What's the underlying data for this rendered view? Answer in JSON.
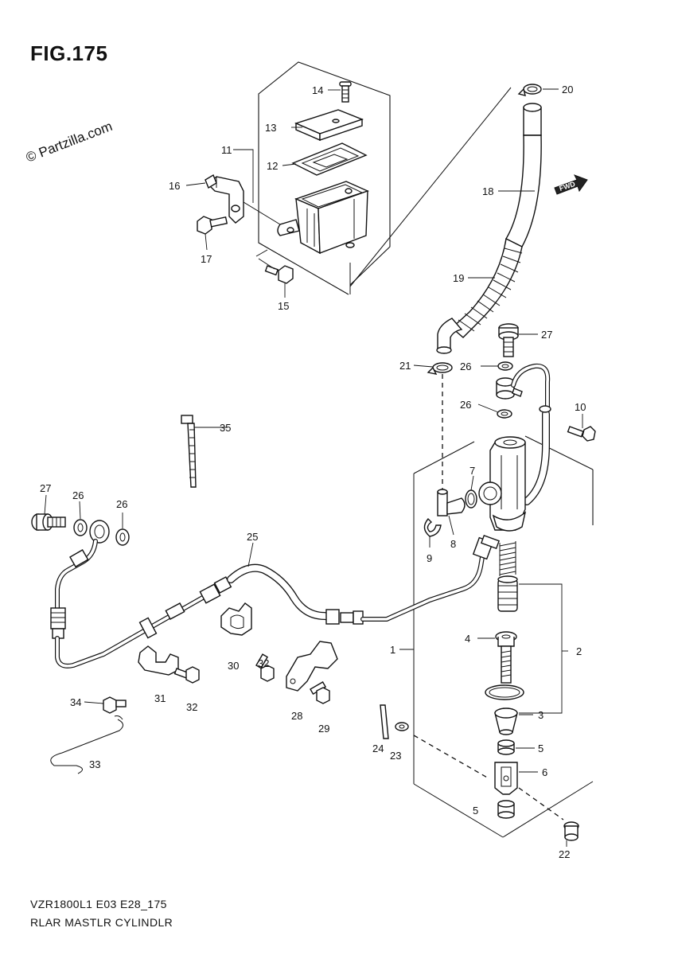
{
  "figure": {
    "title": "FIG.175",
    "watermark": "© Partzilla.com",
    "model_code": "VZR1800L1 E03 E28_175",
    "diagram_name": "RLAR MASTLR CYLINDLR",
    "fwd_label": "FWD"
  },
  "callouts": [
    {
      "id": "c1",
      "label": "1"
    },
    {
      "id": "c2",
      "label": "2"
    },
    {
      "id": "c3",
      "label": "3"
    },
    {
      "id": "c4",
      "label": "4"
    },
    {
      "id": "c5a",
      "label": "5"
    },
    {
      "id": "c5b",
      "label": "5"
    },
    {
      "id": "c6",
      "label": "6"
    },
    {
      "id": "c7",
      "label": "7"
    },
    {
      "id": "c8",
      "label": "8"
    },
    {
      "id": "c9",
      "label": "9"
    },
    {
      "id": "c10",
      "label": "10"
    },
    {
      "id": "c11",
      "label": "11"
    },
    {
      "id": "c12",
      "label": "12"
    },
    {
      "id": "c13",
      "label": "13"
    },
    {
      "id": "c14",
      "label": "14"
    },
    {
      "id": "c15",
      "label": "15"
    },
    {
      "id": "c16",
      "label": "16"
    },
    {
      "id": "c17",
      "label": "17"
    },
    {
      "id": "c18",
      "label": "18"
    },
    {
      "id": "c19",
      "label": "19"
    },
    {
      "id": "c20",
      "label": "20"
    },
    {
      "id": "c21",
      "label": "21"
    },
    {
      "id": "c22",
      "label": "22"
    },
    {
      "id": "c23",
      "label": "23"
    },
    {
      "id": "c24",
      "label": "24"
    },
    {
      "id": "c25",
      "label": "25"
    },
    {
      "id": "c26a",
      "label": "26"
    },
    {
      "id": "c26b",
      "label": "26"
    },
    {
      "id": "c26c",
      "label": "26"
    },
    {
      "id": "c26d",
      "label": "26"
    },
    {
      "id": "c27a",
      "label": "27"
    },
    {
      "id": "c27b",
      "label": "27"
    },
    {
      "id": "c28",
      "label": "28"
    },
    {
      "id": "c29",
      "label": "29"
    },
    {
      "id": "c30",
      "label": "30"
    },
    {
      "id": "c31",
      "label": "31"
    },
    {
      "id": "c32a",
      "label": "32"
    },
    {
      "id": "c32b",
      "label": "32"
    },
    {
      "id": "c33",
      "label": "33"
    },
    {
      "id": "c34",
      "label": "34"
    },
    {
      "id": "c35",
      "label": "35"
    }
  ]
}
